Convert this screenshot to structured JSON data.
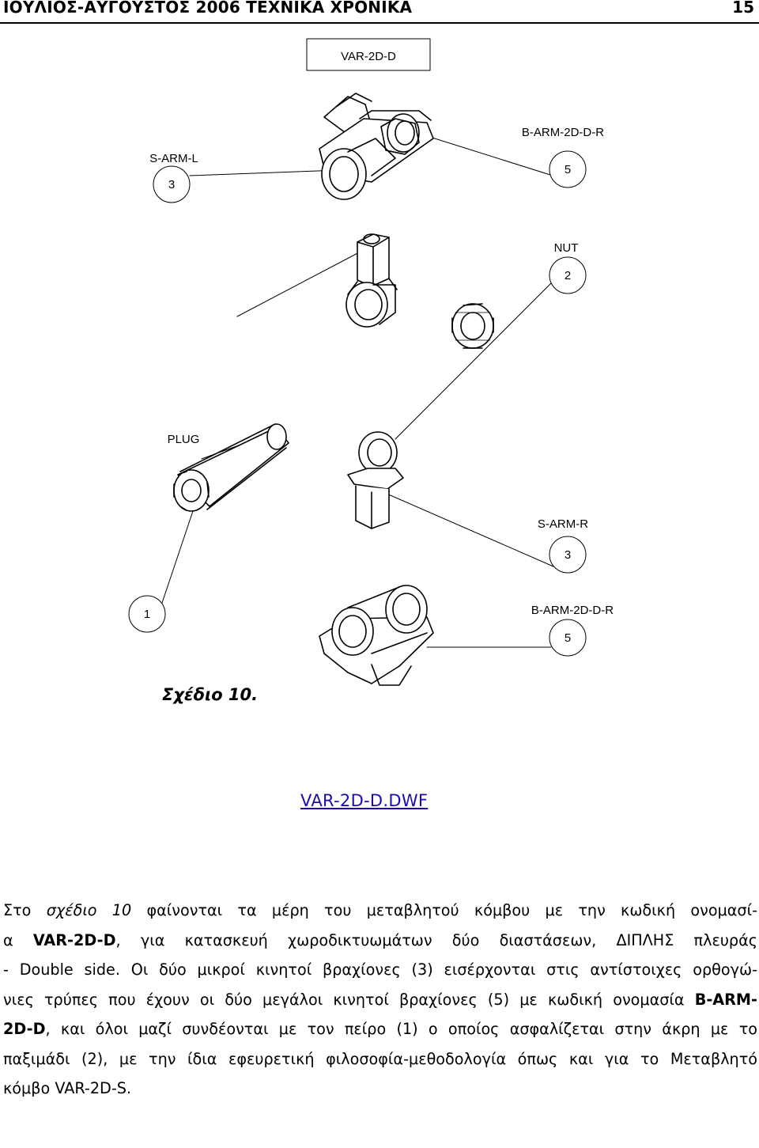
{
  "header": {
    "left": "ΙΟΥΛΙΟΣ-ΑΥΓΟΥΣΤΟΣ 2006 ΤΕΧΝΙΚΑ ΧΡΟΝΙΚΑ",
    "page_number": "15"
  },
  "drawing": {
    "title": "VAR-2D-D",
    "labels": {
      "b_arm_top": "B-ARM-2D-D-R",
      "b_arm_top_num": "5",
      "s_arm_l": "S-ARM-L",
      "s_arm_l_num": "3",
      "nut": "NUT",
      "nut_num": "2",
      "plug": "PLUG",
      "s_arm_r": "S-ARM-R",
      "s_arm_r_num": "3",
      "pin_num": "1",
      "b_arm_bottom": "B-ARM-2D-D-R",
      "b_arm_bottom_num": "5"
    }
  },
  "caption": "Σχέδιο 10.",
  "link": "VAR-2D-D.DWF",
  "body": {
    "l1_a": "Στο ",
    "l1_em": "σχέδιο 10",
    "l1_b": " φαίνονται τα μέρη του μεταβλητού κόμβου με την κωδική ονομασί-",
    "l2_a": "α ",
    "l2_bold": "VAR-2D-D",
    "l2_b": ", για κατασκευή χωροδικτυωμάτων δύο διαστάσεων, ΔΙΠΛΗΣ πλευράς",
    "l3": "- Double side. Οι δύο μικροί κινητοί βραχίονες (3) εισέρχονται στις αντίστοιχες ορθογώ-",
    "l4_a": "νιες τρύπες που έχουν οι δύο μεγάλοι κινητοί βραχίονες (5) με κωδική ονομασία ",
    "l4_bold": "B-ARM-",
    "l5_bold": "2D-D",
    "l5_b": ", και όλοι μαζί συνδέονται με τον πείρο (1) ο οποίος ασφαλίζεται στην άκρη με το",
    "l6": "παξιμάδι (2), με την ίδια εφευρετική φιλοσοφία-μεθοδολογία όπως και για το Μεταβλητό",
    "l7": "κόμβο VAR-2D-S."
  }
}
